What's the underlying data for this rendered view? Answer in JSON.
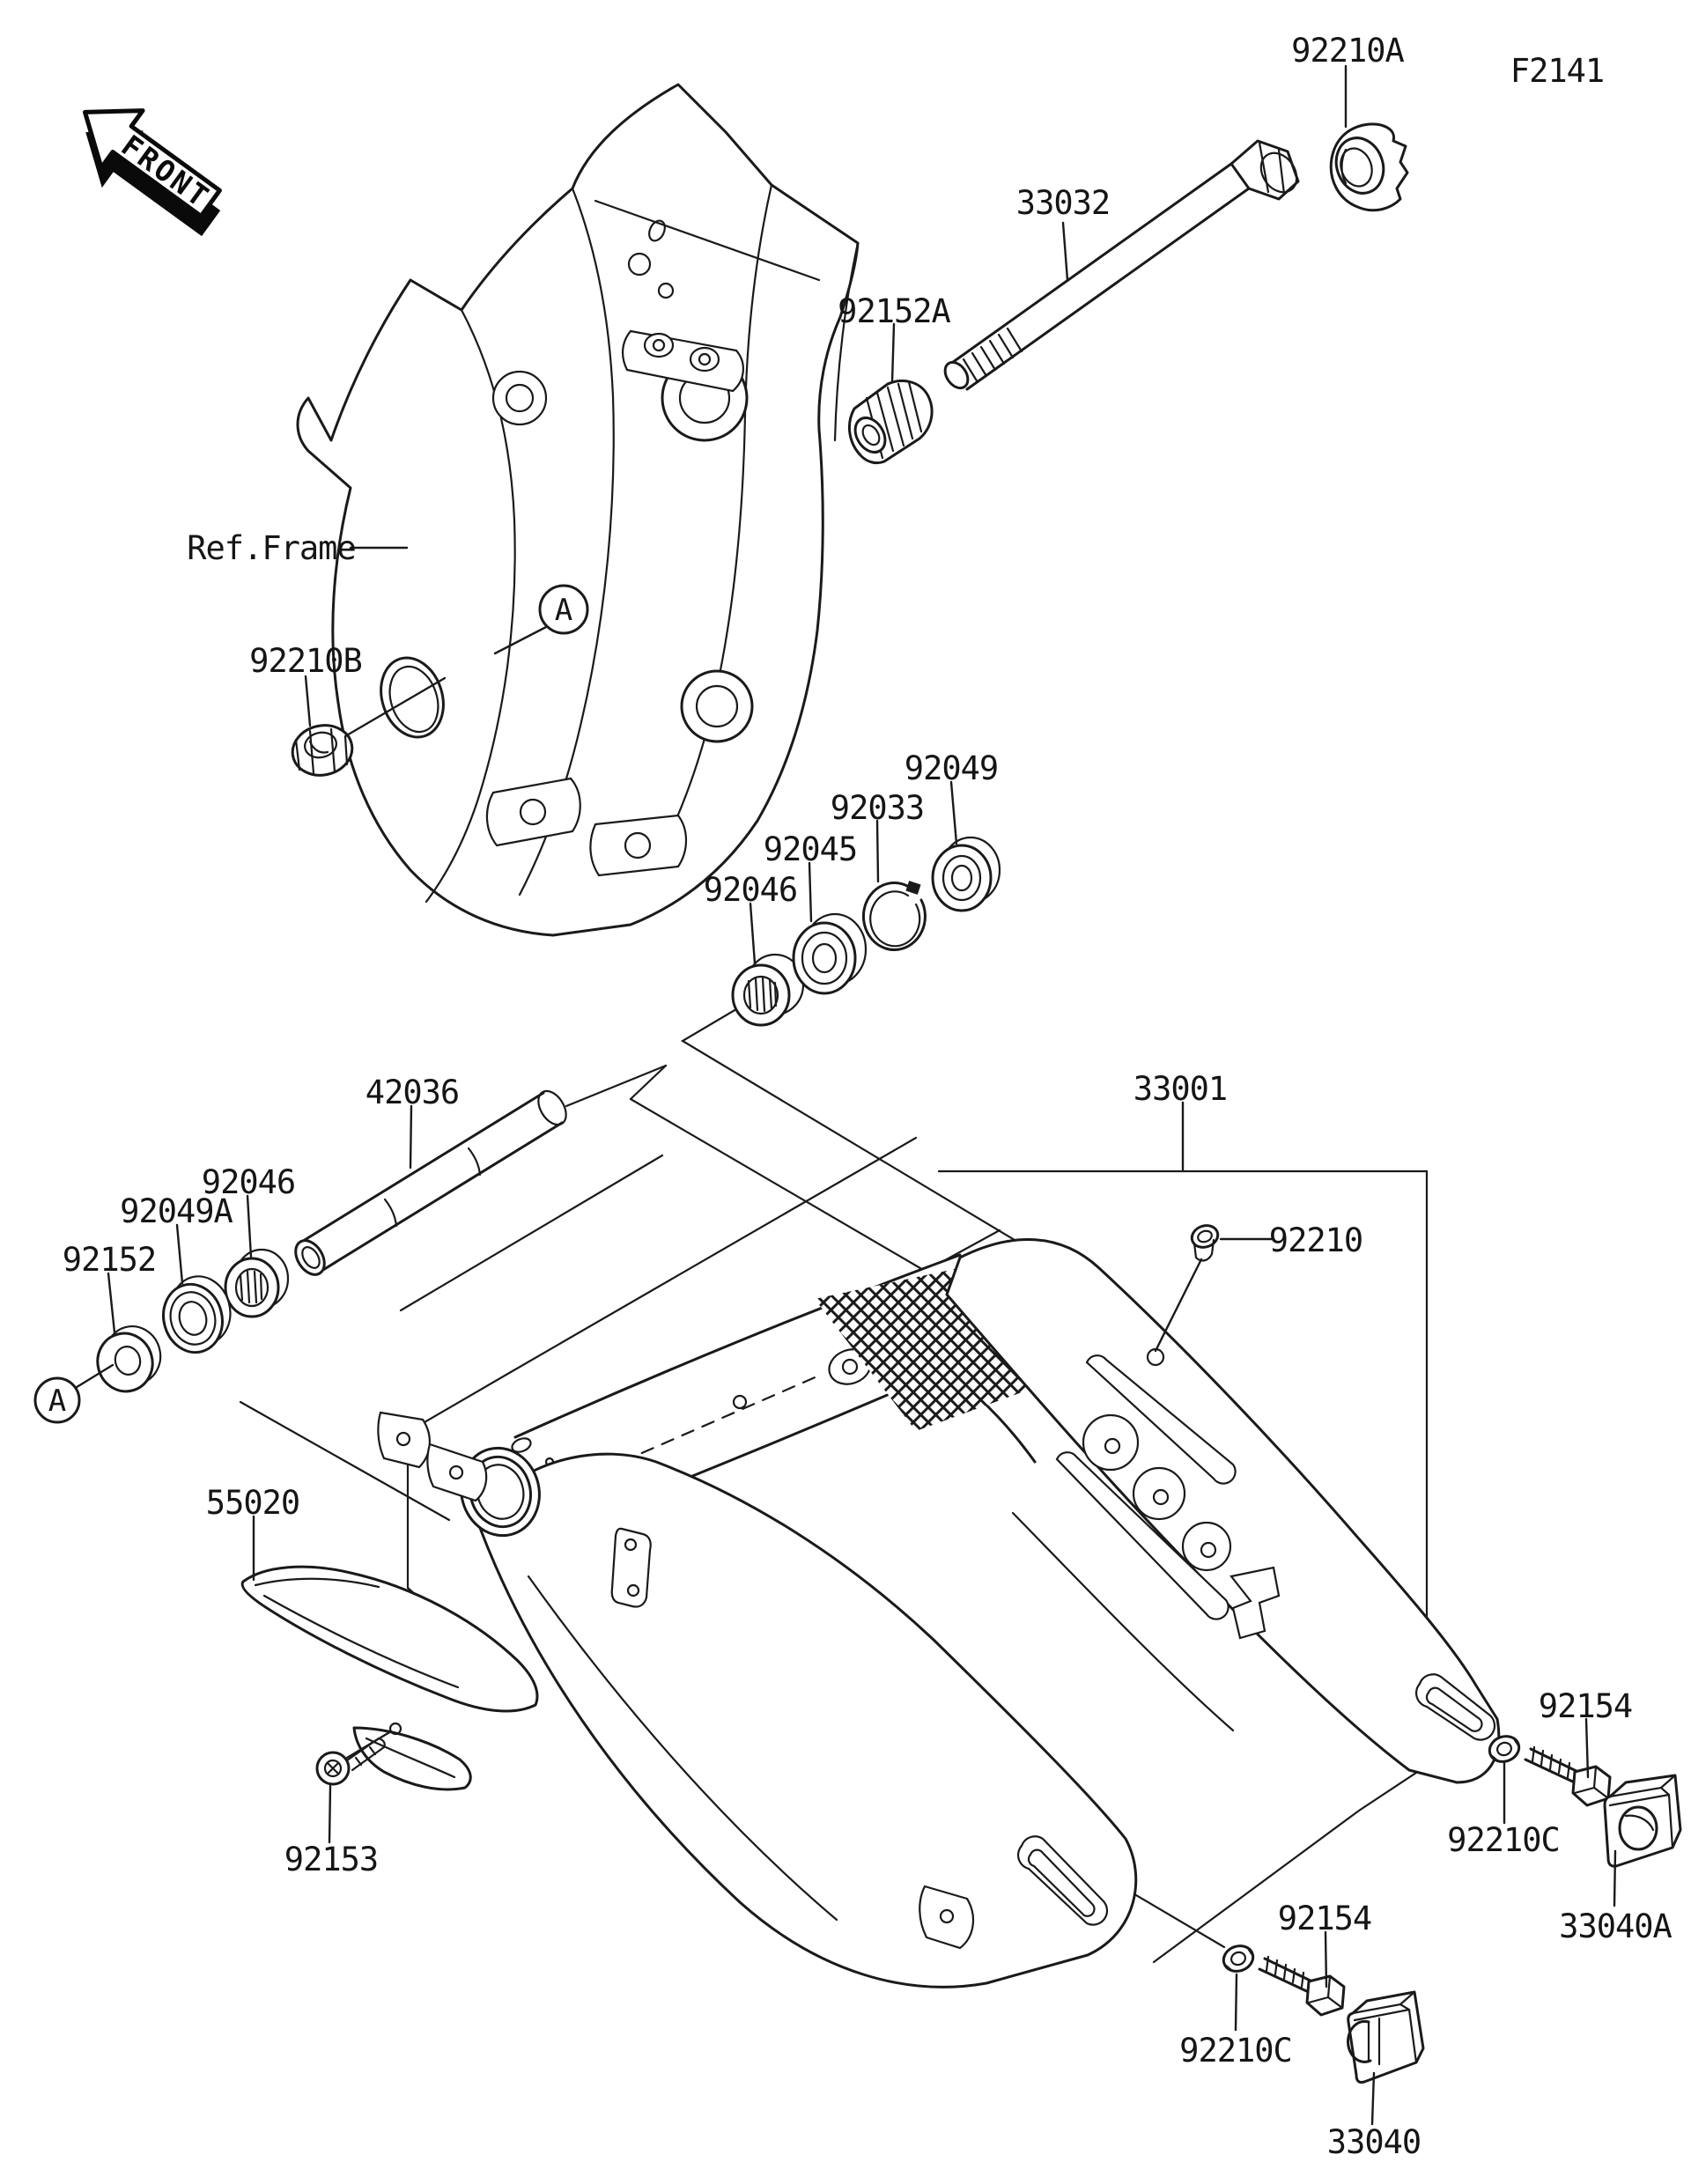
{
  "figure": {
    "code": "F2141",
    "front_label": "FRONT",
    "ref_frame_label": "Ref.Frame",
    "detail_marker": "A"
  },
  "colors": {
    "ink": "#1a1a1a",
    "paper": "#ffffff"
  },
  "parts": [
    {
      "name": "pivot-cap-nut",
      "label": "92210A"
    },
    {
      "name": "pivot-shaft",
      "label": "33032"
    },
    {
      "name": "pivot-collar",
      "label": "92152A"
    },
    {
      "name": "pivot-locknut",
      "label": "92210B"
    },
    {
      "name": "oil-seal-right",
      "label": "92049"
    },
    {
      "name": "circlip",
      "label": "92033"
    },
    {
      "name": "ball-bearing",
      "label": "92045"
    },
    {
      "name": "needle-bearing-right",
      "label": "92046"
    },
    {
      "name": "pivot-sleeve",
      "label": "42036"
    },
    {
      "name": "needle-bearing-left",
      "label": "92046"
    },
    {
      "name": "oil-seal-left",
      "label": "92049A"
    },
    {
      "name": "pivot-washer",
      "label": "92152"
    },
    {
      "name": "swingarm",
      "label": "33001"
    },
    {
      "name": "swingarm-bolt",
      "label": "92210"
    },
    {
      "name": "chain-guard",
      "label": "55020"
    },
    {
      "name": "guard-screw",
      "label": "92153"
    },
    {
      "name": "adjuster-bolt-right",
      "label": "92154"
    },
    {
      "name": "adjuster-washer-right",
      "label": "92210C"
    },
    {
      "name": "chain-adjuster-right",
      "label": "33040A"
    },
    {
      "name": "adjuster-bolt-bottom",
      "label": "92154"
    },
    {
      "name": "adjuster-washer-bottom",
      "label": "92210C"
    },
    {
      "name": "chain-adjuster-bottom",
      "label": "33040"
    }
  ]
}
